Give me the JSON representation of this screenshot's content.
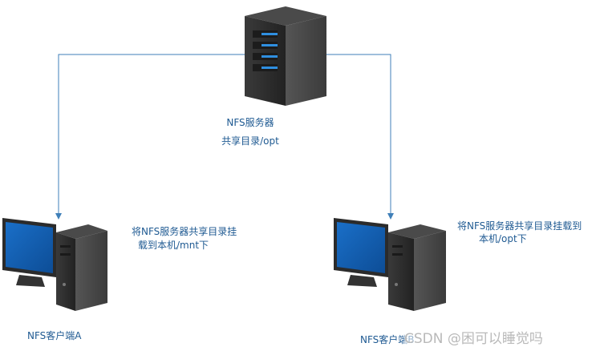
{
  "server": {
    "title": "NFS服务器",
    "subtitle": "共享目录/opt"
  },
  "client_a": {
    "name": "NFS客户端A",
    "action_line1": "将NFS服务器共享目录挂",
    "action_line2": "载到本机/mnt下"
  },
  "client_b": {
    "name": "NFS客户端B",
    "action_line1": "将NFS服务器共享目录挂载到",
    "action_line2": "本机/opt下"
  },
  "watermark": "CSDN @困可以睡觉吗",
  "colors": {
    "connector": "#3f7fb8",
    "label_text": "#1f5a92",
    "device_body": "#2f2f2f",
    "screen": "#1e64b4",
    "server_led": "#2f8fe0"
  },
  "icons": {
    "server": "server-tower-icon",
    "client_a": "desktop-computer-icon",
    "client_b": "desktop-computer-icon"
  }
}
